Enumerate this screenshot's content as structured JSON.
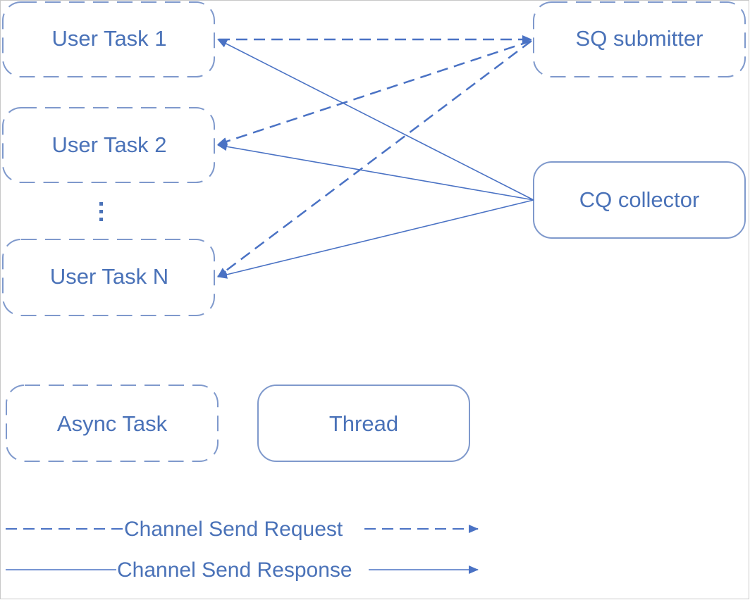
{
  "nodes": {
    "user_task_1": "User Task 1",
    "user_task_2": "User Task 2",
    "user_task_n": "User Task N",
    "sq_submitter": "SQ submitter",
    "cq_collector": "CQ collector",
    "async_task": "Async Task",
    "thread": "Thread"
  },
  "legend": {
    "request_label": "Channel Send Request",
    "response_label": "Channel Send Response"
  },
  "colors": {
    "text": "#4a72b8",
    "line": "#4a72c4",
    "box_border": "#7f99cc"
  }
}
